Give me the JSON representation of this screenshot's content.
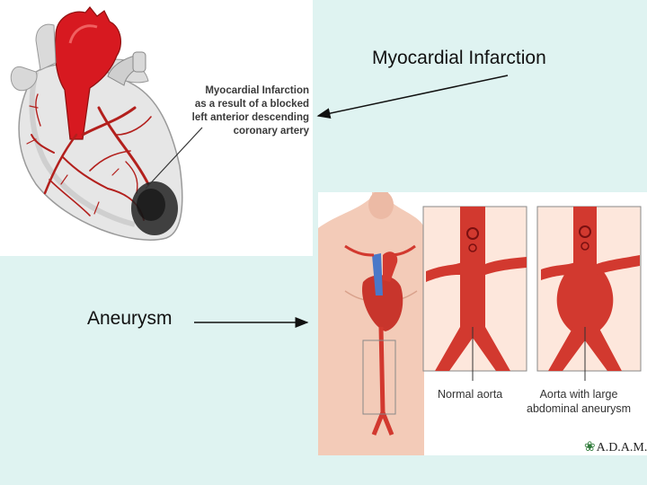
{
  "slide": {
    "background": "#dff3f1",
    "labels": {
      "myocardial_infarction": "Myocardial Infarction",
      "aneurysm": "Aneurysm"
    }
  },
  "heart_figure": {
    "callout_lines": [
      "Myocardial Infarction",
      "as a result of a blocked",
      "left anterior descending",
      "coronary artery"
    ],
    "colors": {
      "aorta": "#d71920",
      "vessels": "#b3201d",
      "infarct": "#222222",
      "muscle": "#e8e8e8"
    }
  },
  "aorta_figure": {
    "captions": {
      "normal": "Normal aorta",
      "large_line1": "Aorta with large",
      "large_line2": "abdominal aneurysm"
    },
    "brand": {
      "icon": "leaf-icon",
      "text": "A.D.A.M."
    },
    "colors": {
      "aorta": "#d2392f",
      "skin": "#f3cbb8",
      "vein": "#4a78c8"
    }
  }
}
